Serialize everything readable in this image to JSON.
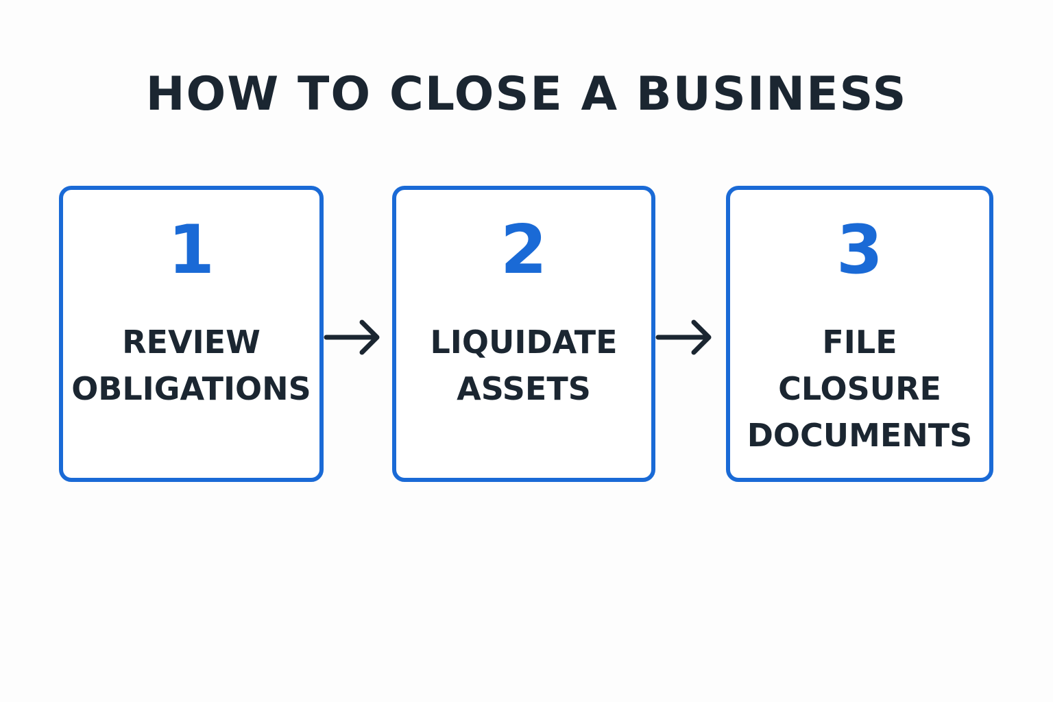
{
  "title": "HOW TO CLOSE A BUSINESS",
  "colors": {
    "accent": "#1a6ad6",
    "text": "#1b2631",
    "background": "#fdfdfd"
  },
  "steps": [
    {
      "number": "1",
      "lines": [
        "REVIEW",
        "OBLIGATIONS"
      ]
    },
    {
      "number": "2",
      "lines": [
        "LIQUIDATE",
        "ASSETS"
      ]
    },
    {
      "number": "3",
      "lines": [
        "FILE",
        "CLOSURE",
        "DOCUMENTS"
      ]
    }
  ],
  "connectors": [
    {
      "icon": "arrow-right-icon"
    },
    {
      "icon": "arrow-right-icon"
    }
  ]
}
